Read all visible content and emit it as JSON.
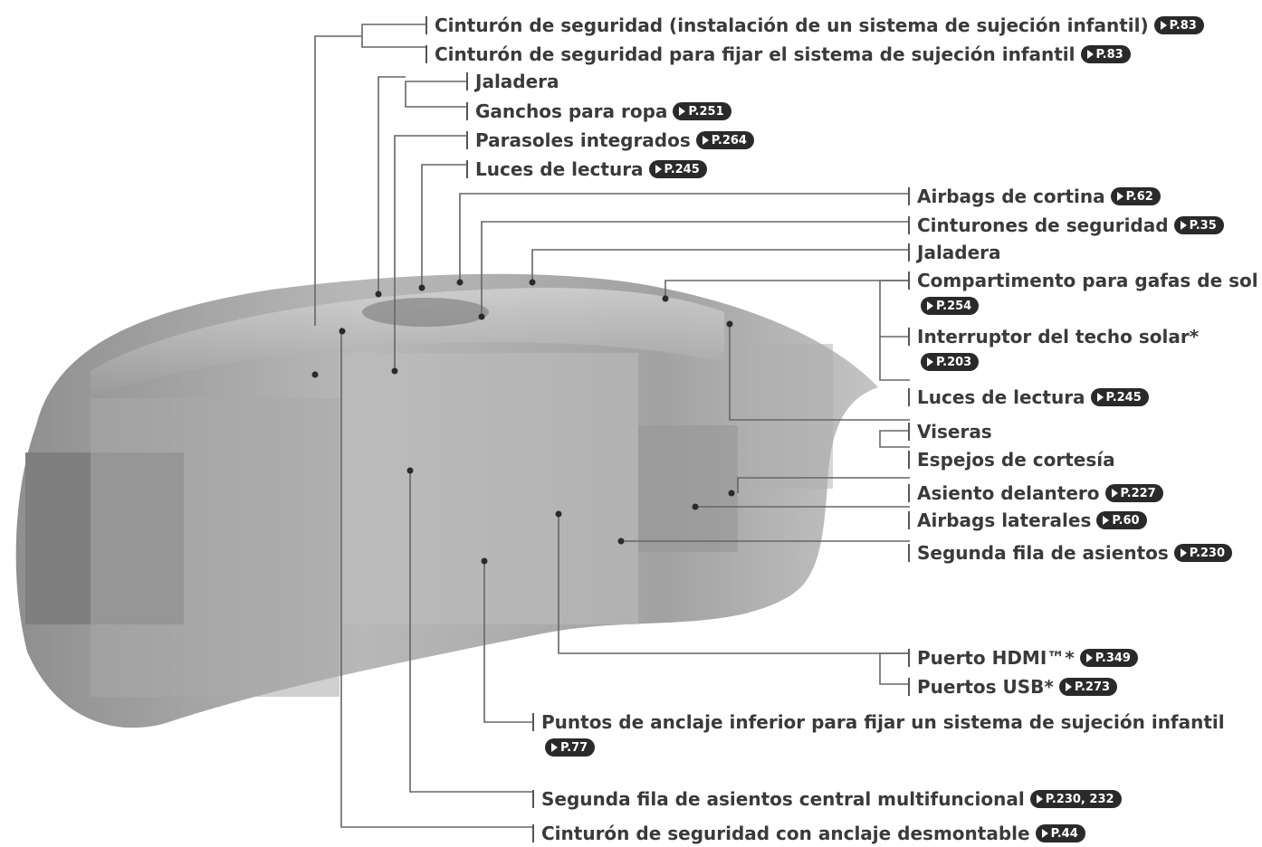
{
  "labels": {
    "cinturon_instalacion": {
      "text": "Cinturón de seguridad (instalación de un sistema de sujeción infantil)",
      "ref": "P.83"
    },
    "cinturon_fijar": {
      "text": "Cinturón de seguridad para fijar el sistema de sujeción infantil",
      "ref": "P.83"
    },
    "jaladera_top": {
      "text": "Jaladera",
      "ref": ""
    },
    "ganchos_ropa": {
      "text": "Ganchos para ropa",
      "ref": "P.251"
    },
    "parasoles": {
      "text": "Parasoles integrados",
      "ref": "P.264"
    },
    "luces_lectura_top": {
      "text": "Luces de lectura",
      "ref": "P.245"
    },
    "airbags_cortina": {
      "text": "Airbags de cortina",
      "ref": "P.62"
    },
    "cinturones_seguridad": {
      "text": "Cinturones de seguridad",
      "ref": "P.35"
    },
    "jaladera_right": {
      "text": "Jaladera",
      "ref": ""
    },
    "compartimento_gafas": {
      "text": "Compartimento para gafas de sol",
      "ref": "P.254"
    },
    "interruptor_techo": {
      "text": "Interruptor del techo solar*",
      "ref": "P.203"
    },
    "luces_lectura_right": {
      "text": "Luces de lectura",
      "ref": "P.245"
    },
    "viseras": {
      "text": "Viseras",
      "ref": ""
    },
    "espejos_cortesia": {
      "text": "Espejos de cortesía",
      "ref": ""
    },
    "asiento_delantero": {
      "text": "Asiento delantero",
      "ref": "P.227"
    },
    "airbags_laterales": {
      "text": "Airbags laterales",
      "ref": "P.60"
    },
    "segunda_fila": {
      "text": "Segunda fila de asientos",
      "ref": "P.230"
    },
    "puerto_hdmi": {
      "text": "Puerto HDMI™*",
      "ref": "P.349"
    },
    "puertos_usb": {
      "text": "Puertos USB*",
      "ref": "P.273"
    },
    "puntos_anclaje": {
      "text": "Puntos de anclaje inferior para fijar un sistema de sujeción infantil",
      "ref": "P.77"
    },
    "segunda_fila_central": {
      "text": "Segunda fila de asientos central multifuncional",
      "ref": "P.230, 232"
    },
    "cinturon_desmontable": {
      "text": "Cinturón de seguridad con anclaje desmontable",
      "ref": "P.44"
    }
  },
  "colors": {
    "text": "#3a3a3a",
    "badge": "#2a2a2a",
    "leader": "#666666"
  }
}
